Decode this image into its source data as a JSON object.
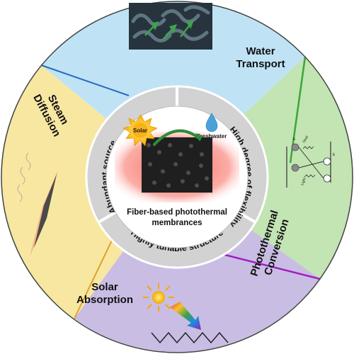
{
  "sectors": {
    "water_transport": {
      "line1": "Water",
      "line2": "Transport",
      "color": "#bfe3f5"
    },
    "photothermal_conversion": {
      "line1": "Photothermal",
      "line2": "Conversion",
      "color": "#c3e4b3"
    },
    "solar_absorption": {
      "line1": "Solar",
      "line2": "Absorption",
      "color": "#c9bde4"
    },
    "steam_diffusion": {
      "line1": "Steam",
      "line2": "Diffusion",
      "color": "#f7e7a1"
    }
  },
  "ring": {
    "items": [
      {
        "label": "High degree of flexibility"
      },
      {
        "label": "Highly tunable structure"
      },
      {
        "label": "Abundant source"
      }
    ],
    "color": "#d2d2d2"
  },
  "center": {
    "title_line1": "Fiber-based photothermal",
    "title_line2": "membrances",
    "solar_label": "Solar",
    "freshwater_label": "Freshwater"
  },
  "energy_diagram": {
    "level_label": "E",
    "heat_label": "Heat",
    "light_label": "Light"
  },
  "colors": {
    "ring_border": "#ffffff",
    "separator_blue": "#2a6bbf",
    "separator_green": "#3aa63a",
    "separator_purple": "#a020c0",
    "separator_orange": "#e0a030",
    "membrane_glow": "#f15a5a",
    "outline": "#333333"
  },
  "icons": {
    "top": "fiber-bundle-icon",
    "right": "energy-level-icon",
    "bottom": "sun-spectrum-icon",
    "left": "steam-membrane-icon",
    "center": "membrane-icon"
  }
}
